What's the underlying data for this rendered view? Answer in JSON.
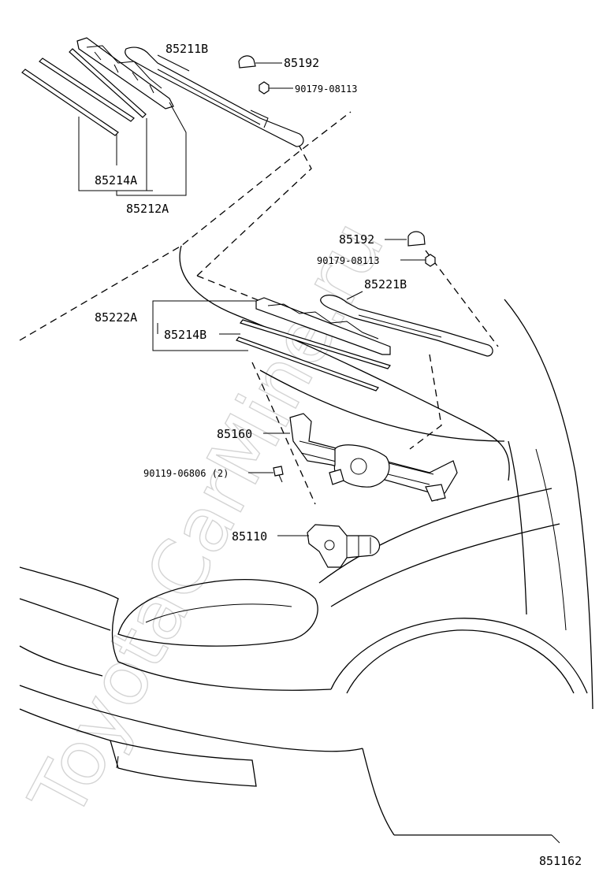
{
  "watermark": "ToyotaCarMine.ru",
  "diagram_id": "851162",
  "labels": {
    "p85211B": "85211B",
    "p85192_top": "85192",
    "p90179_top": "90179-08113",
    "p85214A": "85214A",
    "p85212A": "85212A",
    "p85192_mid": "85192",
    "p90179_mid": "90179-08113",
    "p85221B": "85221B",
    "p85222A": "85222A",
    "p85214B": "85214B",
    "p85160": "85160",
    "p90119": "90119-06806 (2)",
    "p85110": "85110"
  }
}
